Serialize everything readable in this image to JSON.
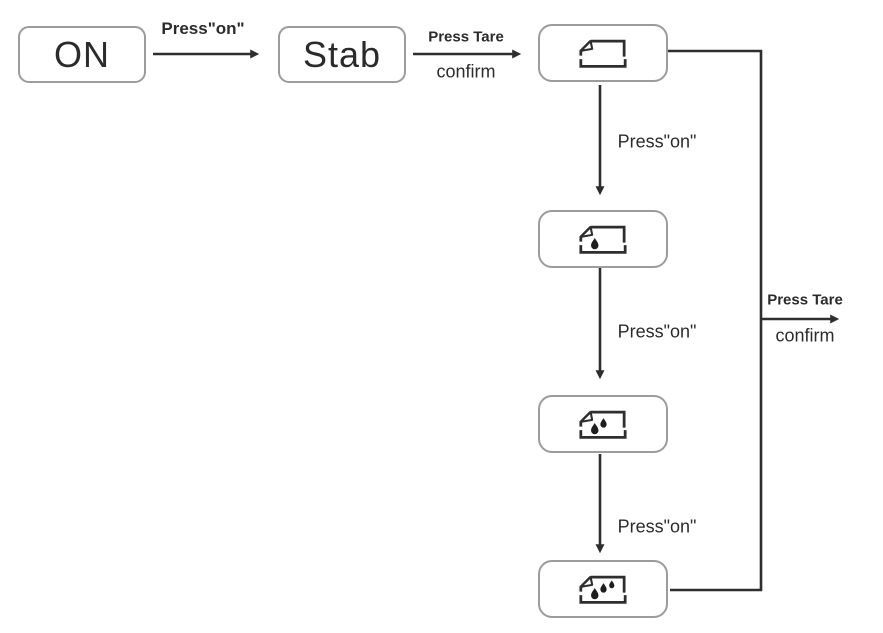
{
  "diagram": {
    "type": "flowchart",
    "colors": {
      "background": "#ffffff",
      "line": "#2e2e2e",
      "box_border": "#9c9c9c",
      "text": "#2b2b2b",
      "drop_fill": "#1e1e1e"
    },
    "nodes": {
      "on": {
        "label": "ON"
      },
      "stab": {
        "label": "Stab"
      },
      "pan_empty": {
        "icon": "sample-pan-empty-icon",
        "drops": 0
      },
      "pan_one_drop": {
        "icon": "sample-pan-1-drop-icon",
        "drops": 1
      },
      "pan_two_drops": {
        "icon": "sample-pan-2-drops-icon",
        "drops": 2
      },
      "pan_three_drops": {
        "icon": "sample-pan-3-drops-icon",
        "drops": 3
      }
    },
    "edge_labels": {
      "on_to_stab": "Press\"on\"",
      "stab_to_pan_top": "Press Tare",
      "stab_to_pan_bottom": "confirm",
      "pan_empty_to_one": "Press\"on\"",
      "pan_one_to_two": "Press\"on\"",
      "pan_two_to_three": "Press\"on\"",
      "exit_top": "Press Tare",
      "exit_bottom": "confirm"
    }
  }
}
